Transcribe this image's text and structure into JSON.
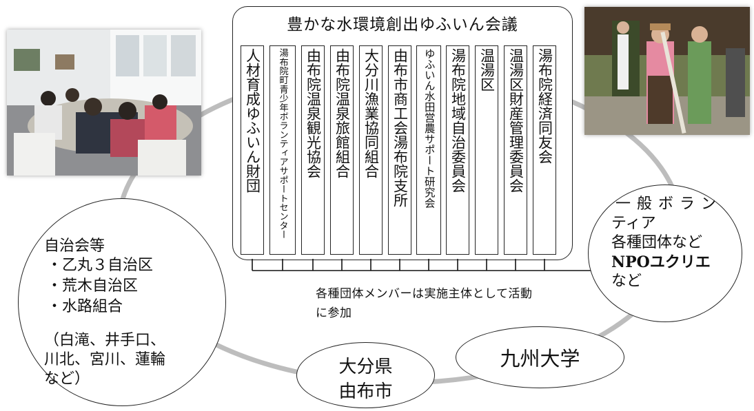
{
  "council": {
    "title": "豊かな水環境創出ゆふいん会議",
    "members": [
      "人材育成ゆふいん財団",
      "湯布院町青少年ボランティアサポートセンター",
      "由布院温泉観光協会",
      "由布院温泉旅館組合",
      "大分川漁業協同組合",
      "由布市商工会湯布院支所",
      "ゆふいん水田営農サポート研究会",
      "湯布院地域自治委員会",
      "温湯区",
      "温湯区財産管理委員会",
      "湯布院経済同友会"
    ]
  },
  "caption": {
    "line1": "各種団体メンバーは実施主体として活動",
    "line2": "に参加"
  },
  "left_group": {
    "heading": "自治会等",
    "items": [
      "・乙丸３自治区",
      "・荒木自治区",
      "・水路組合"
    ],
    "detail": [
      "（白滝、井手口、",
      "川北、宮川、蓮輪",
      "など）"
    ]
  },
  "right_group": {
    "lines": [
      "一般ボラン",
      "ティア",
      "各種団体など",
      "NPOユクリエ",
      "など"
    ]
  },
  "university": "九州大学",
  "city": {
    "line1": "大分県",
    "line2": "由布市"
  },
  "colors": {
    "ring": "#bdbdbd",
    "border": "#222222",
    "arrow": "#111111"
  }
}
